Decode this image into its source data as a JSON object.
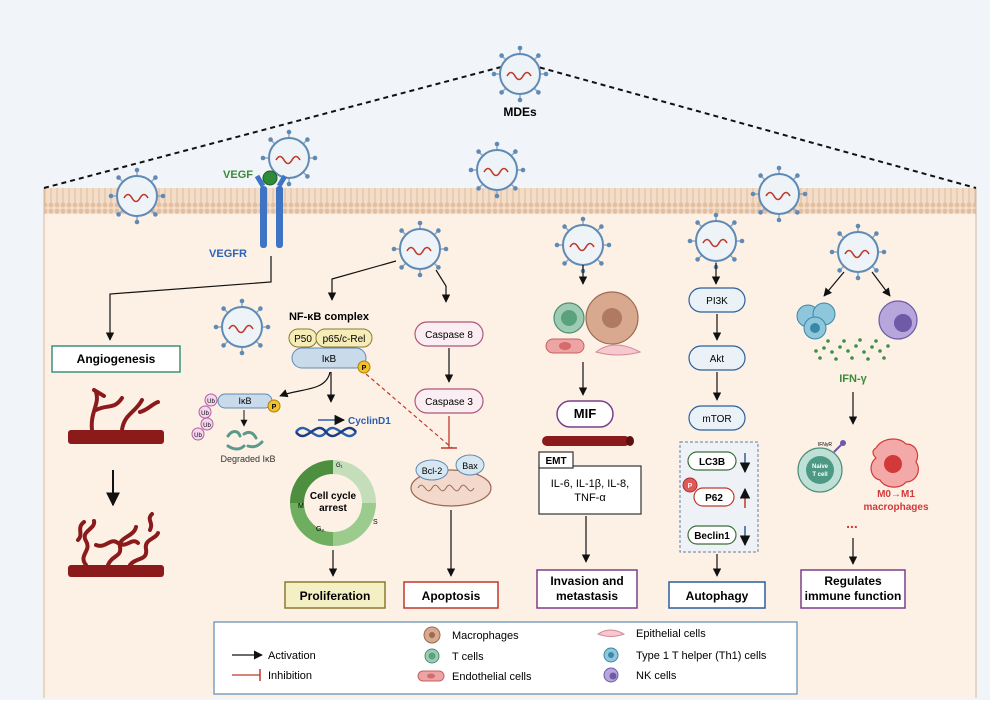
{
  "top": {
    "label": "MDEs"
  },
  "vegf": {
    "ligand": "VEGF",
    "receptor": "VEGFR"
  },
  "angiogenesis": {
    "title": "Angiogenesis"
  },
  "nfkb": {
    "complex_title": "NF-κB complex",
    "p50": "P50",
    "p65": "p65/c-Rel",
    "ikb": "IκB",
    "p": "P",
    "ub": "Ub",
    "degraded": "Degraded IκB",
    "cyclin": "CyclinD1",
    "cycle_title": "Cell cycle",
    "cycle_title2": "arrest",
    "phases": {
      "g1": "G₁",
      "s": "S",
      "g2": "G₂",
      "m": "M"
    },
    "outcome": "Proliferation"
  },
  "apoptosis": {
    "casp8": "Caspase 8",
    "casp3": "Caspase 3",
    "bcl2": "Bcl-2",
    "bax": "Bax",
    "outcome": "Apoptosis"
  },
  "invasion": {
    "mif": "MIF",
    "emt": "EMT",
    "cytokines_l1": "IL-6, IL-1β, IL-8,",
    "cytokines_l2": "TNF-α",
    "outcome_l1": "Invasion and",
    "outcome_l2": "metastasis"
  },
  "autophagy": {
    "pi3k": "PI3K",
    "akt": "Akt",
    "mtor": "mTOR",
    "lc3b": "LC3B",
    "p62": "P62",
    "p": "P",
    "beclin": "Beclin1",
    "outcome": "Autophagy"
  },
  "immune": {
    "ifng": "IFN-γ",
    "ifngr": "IFNγR",
    "naive_l1": "Naive",
    "naive_l2": "T cell",
    "m0m1_l1": "M0→M1",
    "m0m1_l2": "macrophages",
    "dots": "...",
    "outcome_l1": "Regulates",
    "outcome_l2": "immune function"
  },
  "legend": {
    "activation": "Activation",
    "inhibition": "Inhibition",
    "macrophages": "Macrophages",
    "tcells": "T cells",
    "endothelial": "Endothelial cells",
    "epithelial": "Epithelial cells",
    "th1": "Type 1 T helper (Th1) cells",
    "nk": "NK cells"
  },
  "colors": {
    "cytoplasm": "#fdf1e6",
    "membrane": "#e6c8ae",
    "vessel": "#8b1a1a",
    "activation": "#111111",
    "inhibition": "#c0392b",
    "proliferation_box": "#f5f0c4",
    "apoptosis_border": "#c0392b",
    "blue_border": "#2b5f9c",
    "purple_border": "#7b3f8c",
    "teal_border": "#3d8f7c",
    "vegf_green": "#3a8a3a",
    "vegfr_blue": "#2b63b5",
    "ifng_green": "#3a8a3a",
    "m1_red": "#d23a3a"
  }
}
